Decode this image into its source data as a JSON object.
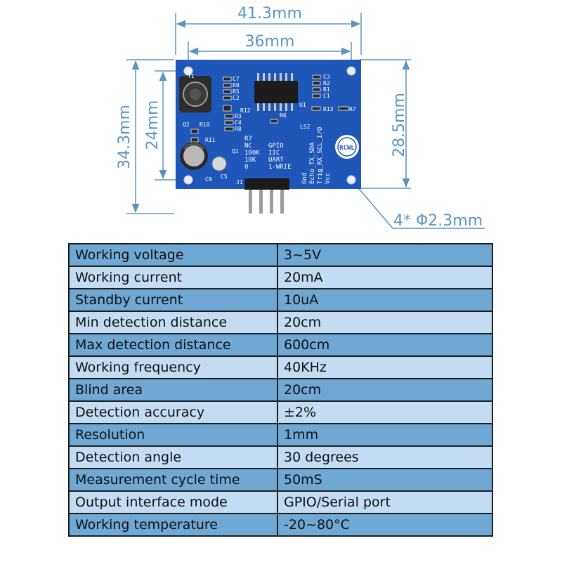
{
  "dimensions": {
    "outer_width": "41.3mm",
    "hole_spacing_width": "36mm",
    "outer_height": "34.3mm",
    "hole_spacing_height_left": "24mm",
    "hole_spacing_height_right": "28.5mm",
    "holes": "4* Φ2.3mm"
  },
  "board": {
    "labels": {
      "t1": "T1",
      "c7": "C7",
      "r9": "R9",
      "r5": "R5",
      "c2": "C2",
      "c3": "C3",
      "r2": "R2",
      "r1": "R1",
      "c1": "C1",
      "u1": "U1",
      "r12": "R12",
      "r6": "R6",
      "r13": "R13",
      "r7_right": "R7",
      "r10": "R10",
      "r3": "R3",
      "c4": "C4",
      "r8": "R8",
      "q2": "Q2",
      "r11": "R11",
      "q1": "Q1",
      "c9": "C9",
      "c5": "C5",
      "j1": "J1",
      "ls2": "LS2",
      "logo": "RCWL"
    },
    "mode_table": {
      "col1": [
        "R7",
        "NC",
        "100K",
        "10K",
        "0"
      ],
      "col2": [
        "GPIO",
        "IIC",
        "UART",
        "1-WRIE"
      ]
    },
    "pins": [
      "Gnd",
      "Echo_TX_SDA",
      "Trig_RX_SCL_I/O",
      "Vcc"
    ]
  },
  "colors": {
    "pcb": "#1f57b8",
    "dimension": "#5a95c2",
    "row_dark": "#6fa8d5",
    "row_light": "#c3dcf1"
  },
  "specs": [
    {
      "label": "Working voltage",
      "value": "3~5V"
    },
    {
      "label": "Working current",
      "value": "20mA"
    },
    {
      "label": "Standby current",
      "value": "10uA"
    },
    {
      "label": "Min detection distance",
      "value": "20cm"
    },
    {
      "label": "Max detection distance",
      "value": "600cm"
    },
    {
      "label": "Working frequency",
      "value": "40KHz"
    },
    {
      "label": "Blind area",
      "value": "20cm"
    },
    {
      "label": "Detection accuracy",
      "value": "±2%"
    },
    {
      "label": "Resolution",
      "value": "1mm"
    },
    {
      "label": "Detection angle",
      "value": "30 degrees"
    },
    {
      "label": "Measurement cycle time",
      "value": "50mS"
    },
    {
      "label": "Output interface mode",
      "value": "GPIO/Serial port"
    },
    {
      "label": "Working temperature",
      "value": "-20~80°C"
    }
  ]
}
